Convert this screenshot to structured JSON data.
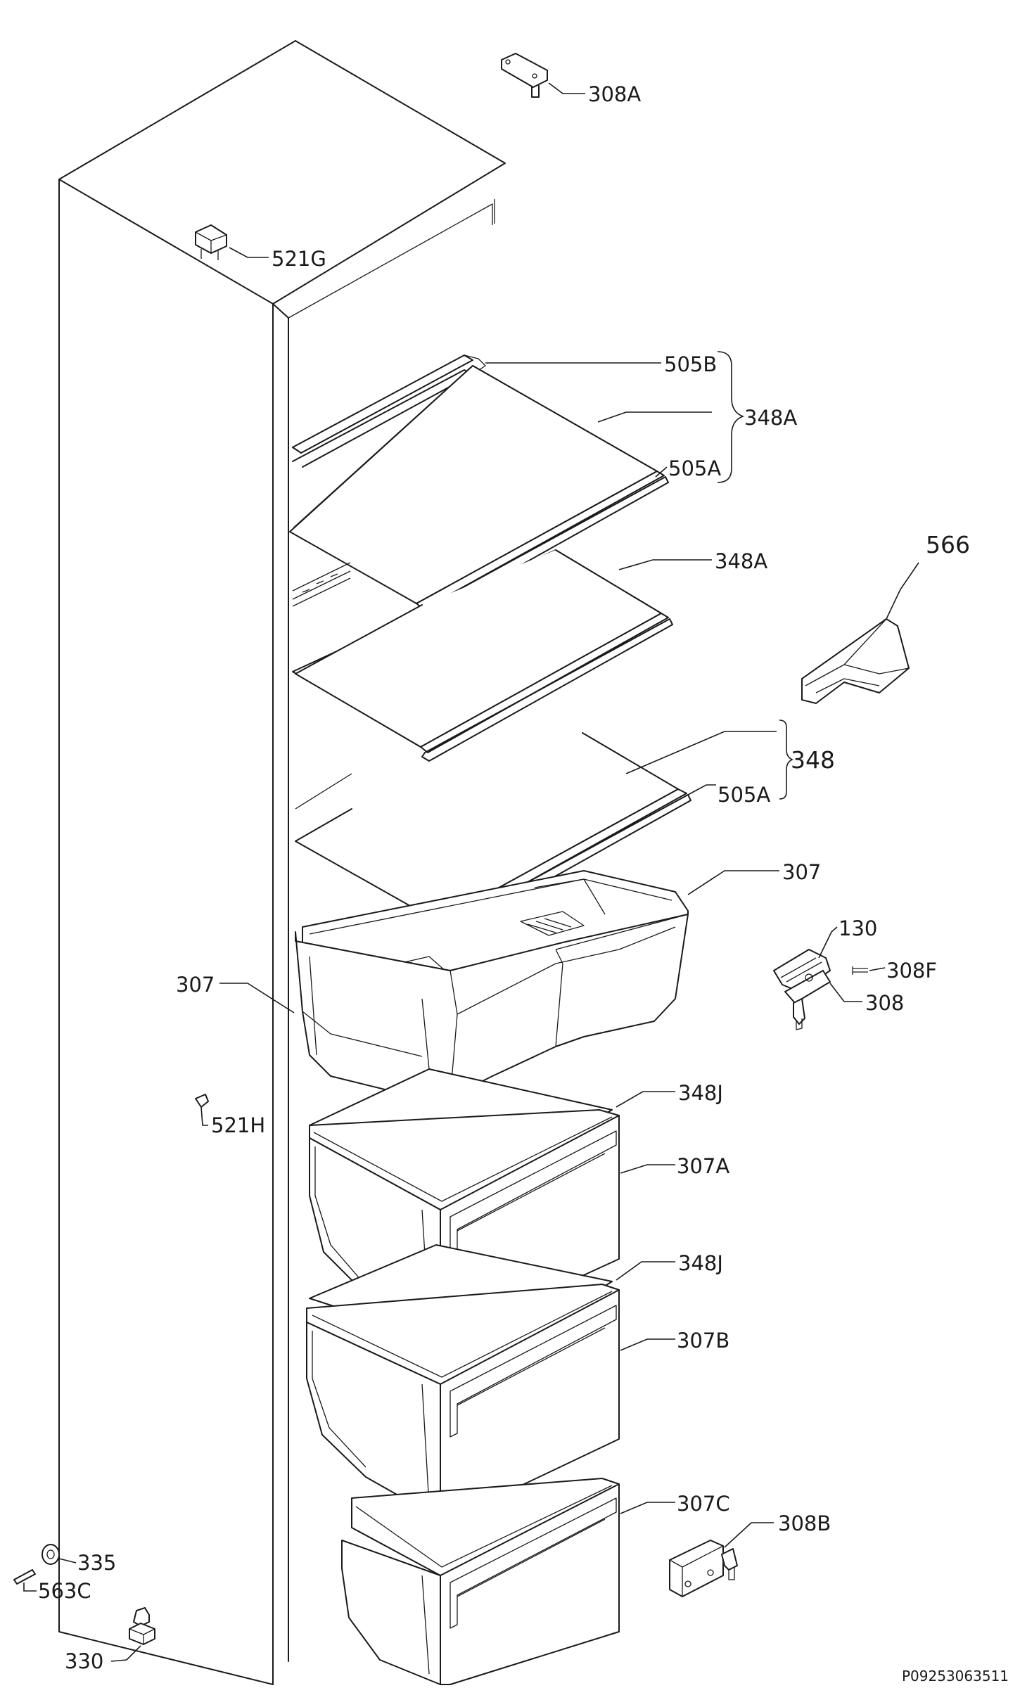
{
  "document_ref": "P09253063511",
  "labels": {
    "l308A": "308A",
    "l521G": "521G",
    "l505B": "505B",
    "l348A_1": "348A",
    "l505A_1": "505A",
    "l348A_2": "348A",
    "l566": "566",
    "l348": "348",
    "l505A_2": "505A",
    "l307_right": "307",
    "l307_left": "307",
    "l130": "130",
    "l308F": "308F",
    "l308": "308",
    "l348J_1": "348J",
    "l521H": "521H",
    "l307A": "307A",
    "l348J_2": "348J",
    "l307B": "307B",
    "l307C": "307C",
    "l308B": "308B",
    "l335": "335",
    "l563C": "563C",
    "l330": "330"
  }
}
